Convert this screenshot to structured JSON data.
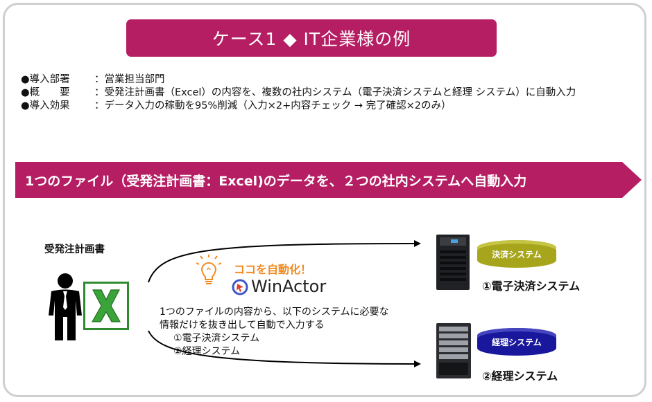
{
  "title": "ケース1 ◆ IT企業様の例",
  "bullets": [
    {
      "key": "●導入部署",
      "sep": "：",
      "value": "営業担当部門"
    },
    {
      "key": "●概　　要",
      "sep": "：",
      "value": "受発注計画書（Excel）の内容を、複数の社内システム（電子決済システムと経理 システム）に自動入力"
    },
    {
      "key": "●導入効果",
      "sep": "：",
      "value": "データ入力の稼動を95%削減（入力×2+内容チェック → 完了確認×2のみ）"
    }
  ],
  "banner": "1つのファイル（受発注計画書：Excel)のデータを、２つの社内システムへ自動入力",
  "source": {
    "label": "受発注計画書",
    "icons": [
      "person-icon",
      "excel-icon"
    ]
  },
  "automation": {
    "label": "ココを自動化！",
    "product": "WinActor",
    "description": [
      "1つのファイルの内容から、以下のシステムに必要な",
      "情報だけを抜き出して自動で入力する"
    ],
    "targets": [
      "①電子決済システム",
      "②経理システム"
    ]
  },
  "systems": [
    {
      "pill": "決済システム",
      "name": "①電子決済システム",
      "color": "#a7a51c",
      "icon": "server-icon"
    },
    {
      "pill": "経理システム",
      "name": "②経理システム",
      "color": "#19189c",
      "icon": "server-icon"
    }
  ],
  "colors": {
    "accent": "#b51e63",
    "highlight": "#f28a1e",
    "frame": "#cfcfcf"
  }
}
